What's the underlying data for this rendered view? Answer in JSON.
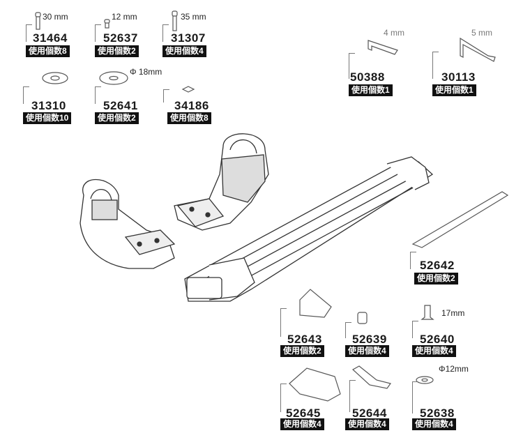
{
  "parts": [
    {
      "part_no": "31464",
      "qty_label": "使用個数8",
      "dimension": "30 mm",
      "icon": "bolt-icon"
    },
    {
      "part_no": "52637",
      "qty_label": "使用個数2",
      "dimension": "12 mm",
      "icon": "short-bolt-icon"
    },
    {
      "part_no": "31307",
      "qty_label": "使用個数4",
      "dimension": "35 mm",
      "icon": "bolt-icon"
    },
    {
      "part_no": "31310",
      "qty_label": "使用個数10",
      "icon": "lock-washer-icon"
    },
    {
      "part_no": "52641",
      "qty_label": "使用個数2",
      "dimension": "Φ 18mm",
      "icon": "washer-icon"
    },
    {
      "part_no": "34186",
      "qty_label": "使用個数8",
      "icon": "square-nut-icon"
    },
    {
      "part_no": "50388",
      "qty_label": "使用個数1",
      "dimension": "4 mm",
      "icon": "hex-key-icon"
    },
    {
      "part_no": "30113",
      "qty_label": "使用個数1",
      "dimension": "5 mm",
      "icon": "hex-key-icon"
    },
    {
      "part_no": "52642",
      "qty_label": "使用個数2",
      "icon": "rail-plate-icon"
    },
    {
      "part_no": "52643",
      "qty_label": "使用個数2",
      "icon": "wire-clip-icon"
    },
    {
      "part_no": "52639",
      "qty_label": "使用個数4",
      "icon": "spacer-icon"
    },
    {
      "part_no": "52640",
      "qty_label": "使用個数4",
      "dimension": "17mm",
      "icon": "screw-icon"
    },
    {
      "part_no": "52645",
      "qty_label": "使用個数4",
      "icon": "clamp-bracket-icon"
    },
    {
      "part_no": "52644",
      "qty_label": "使用個数4",
      "icon": "strap-bracket-icon"
    },
    {
      "part_no": "52638",
      "qty_label": "使用個数4",
      "dimension": "Φ12mm",
      "icon": "washer-icon"
    }
  ]
}
